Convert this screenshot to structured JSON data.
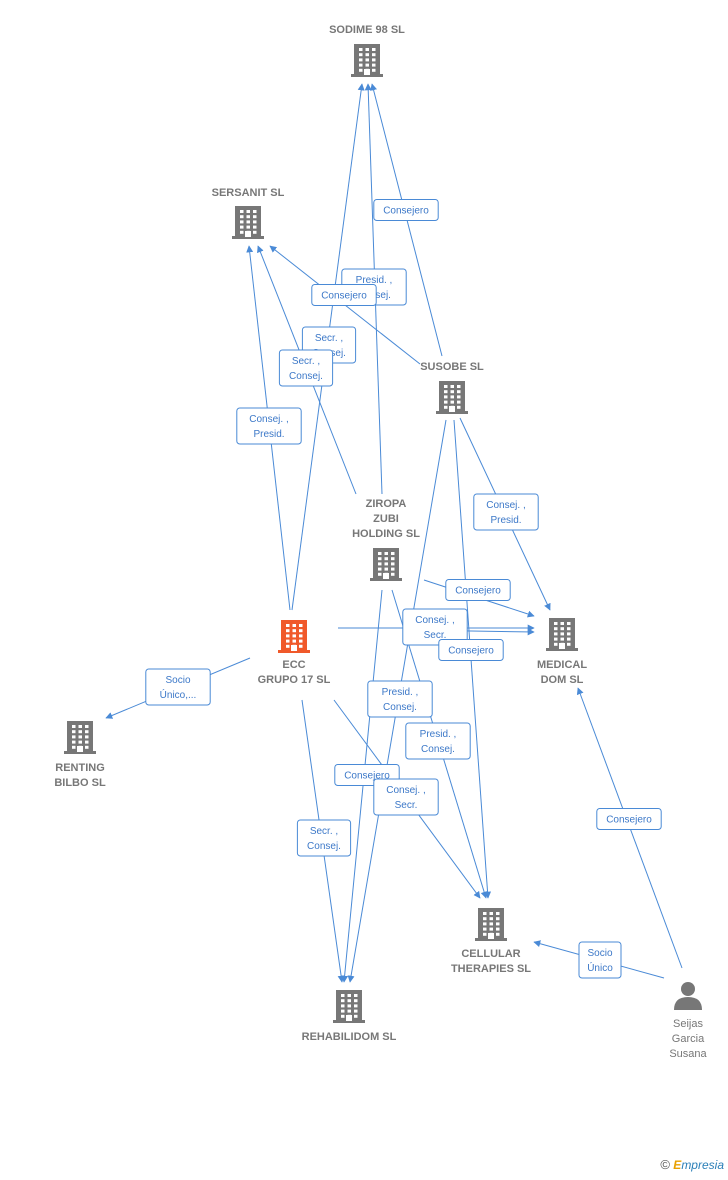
{
  "nodes": [
    {
      "id": "sodime",
      "label": [
        "SODIME 98  SL"
      ],
      "type": "company"
    },
    {
      "id": "sersanit",
      "label": [
        "SERSANIT SL"
      ],
      "type": "company"
    },
    {
      "id": "susobe",
      "label": [
        "SUSOBE  SL"
      ],
      "type": "company"
    },
    {
      "id": "ziropa",
      "label": [
        "ZIROPA",
        "ZUBI",
        "HOLDING  SL"
      ],
      "type": "company"
    },
    {
      "id": "ecc",
      "label": [
        "ECC",
        "GRUPO 17  SL"
      ],
      "type": "company-main"
    },
    {
      "id": "medical",
      "label": [
        "MEDICAL",
        "DOM SL"
      ],
      "type": "company"
    },
    {
      "id": "renting",
      "label": [
        "RENTING",
        "BILBO  SL"
      ],
      "type": "company"
    },
    {
      "id": "cellular",
      "label": [
        "CELLULAR",
        "THERAPIES  SL"
      ],
      "type": "company"
    },
    {
      "id": "rehabilidom",
      "label": [
        "REHABILIDOM SL"
      ],
      "type": "company"
    },
    {
      "id": "seijas",
      "label": [
        "Seijas",
        "Garcia",
        "Susana"
      ],
      "type": "person"
    }
  ],
  "edges": [
    {
      "from": "susobe",
      "to": "sodime",
      "label": [
        "Consejero"
      ]
    },
    {
      "from": "ziropa",
      "to": "sodime",
      "label": [
        "Presid. ,",
        "Consej."
      ]
    },
    {
      "from": "ecc",
      "to": "sodime",
      "label": [
        "Secr. ,",
        "Consej."
      ]
    },
    {
      "from": "susobe",
      "to": "sersanit",
      "label": [
        "Consejero"
      ]
    },
    {
      "from": "ziropa",
      "to": "sersanit",
      "label": [
        "Secr. ,",
        "Consej."
      ]
    },
    {
      "from": "ecc",
      "to": "sersanit",
      "label": [
        "Consej. ,",
        "Presid."
      ]
    },
    {
      "from": "susobe",
      "to": "medical",
      "label": [
        "Consej. ,",
        "Presid."
      ]
    },
    {
      "from": "ziropa",
      "to": "medical",
      "label": [
        "Consejero"
      ]
    },
    {
      "from": "ecc",
      "to": "medical",
      "label": [
        "Consej. ,",
        "Secr."
      ]
    },
    {
      "from": "ecc",
      "to": "medical",
      "label": [
        "Consejero"
      ]
    },
    {
      "from": "ecc",
      "to": "renting",
      "label": [
        "Socio",
        "Único,..."
      ]
    },
    {
      "from": "susobe",
      "to": "rehabilidom",
      "label": [
        "Presid. ,",
        "Consej."
      ]
    },
    {
      "from": "ziropa",
      "to": "cellular",
      "label": [
        "Presid. ,",
        "Consej."
      ]
    },
    {
      "from": "ziropa",
      "to": "rehabilidom",
      "label": [
        "Consejero"
      ]
    },
    {
      "from": "ecc",
      "to": "cellular",
      "label": [
        "Consej. ,",
        "Secr."
      ]
    },
    {
      "from": "ecc",
      "to": "rehabilidom",
      "label": [
        "Secr. ,",
        "Consej."
      ]
    },
    {
      "from": "susobe",
      "to": "cellular",
      "label": [
        "Consejero"
      ]
    },
    {
      "from": "seijas",
      "to": "medical",
      "label": [
        "Consejero"
      ]
    },
    {
      "from": "seijas",
      "to": "cellular",
      "label": [
        "Socio",
        "Único"
      ]
    }
  ],
  "colors": {
    "edge": "#4a8ad6",
    "edge_text": "#3c78c8",
    "node": "#777777",
    "node_main": "#f0592a"
  },
  "brand": {
    "copyright": "©",
    "initial": "E",
    "rest": "mpresia"
  }
}
